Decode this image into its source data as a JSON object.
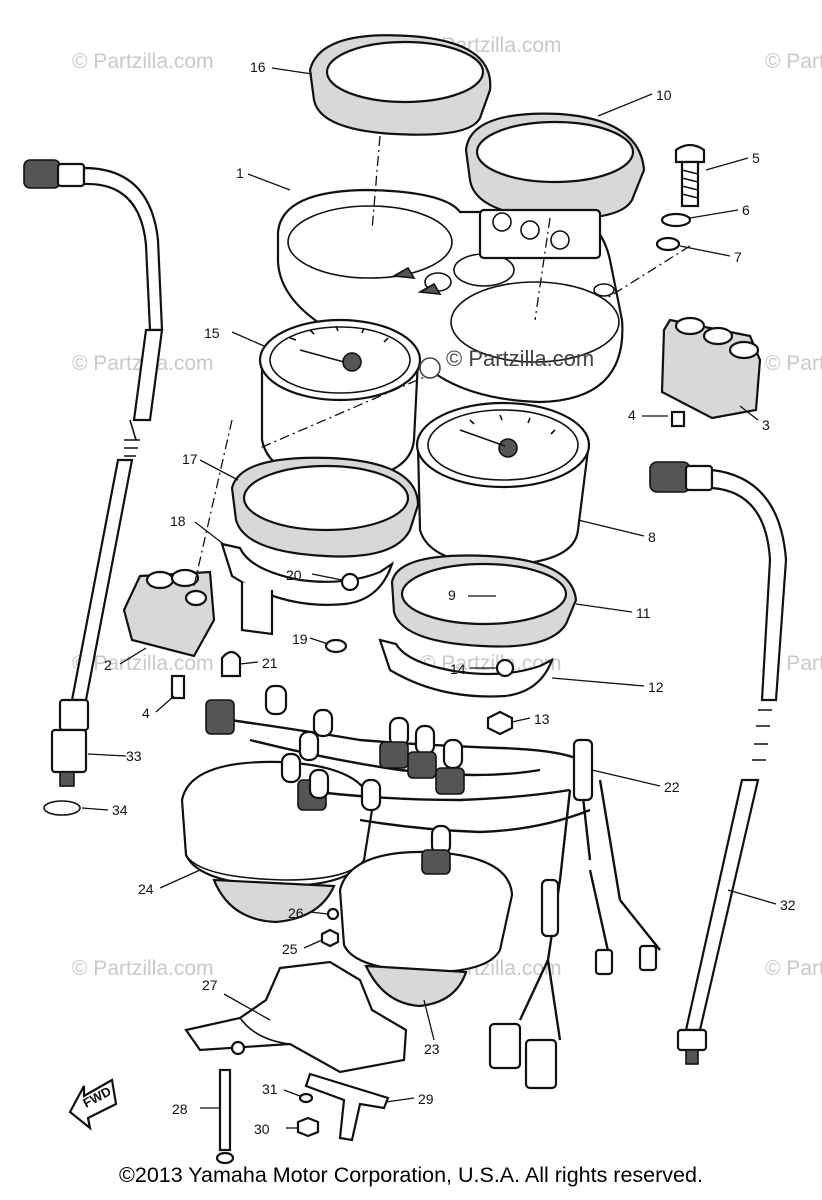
{
  "watermark": {
    "brand": "© Partzilla.com"
  },
  "callouts": [
    {
      "id": "c1",
      "label": "1"
    },
    {
      "id": "c2",
      "label": "2"
    },
    {
      "id": "c3",
      "label": "3"
    },
    {
      "id": "c4a",
      "label": "4"
    },
    {
      "id": "c4b",
      "label": "4"
    },
    {
      "id": "c5",
      "label": "5"
    },
    {
      "id": "c6",
      "label": "6"
    },
    {
      "id": "c7",
      "label": "7"
    },
    {
      "id": "c8",
      "label": "8"
    },
    {
      "id": "c9",
      "label": "9"
    },
    {
      "id": "c10",
      "label": "10"
    },
    {
      "id": "c11",
      "label": "11"
    },
    {
      "id": "c12",
      "label": "12"
    },
    {
      "id": "c13",
      "label": "13"
    },
    {
      "id": "c14",
      "label": "14"
    },
    {
      "id": "c15",
      "label": "15"
    },
    {
      "id": "c16",
      "label": "16"
    },
    {
      "id": "c17",
      "label": "17"
    },
    {
      "id": "c18",
      "label": "18"
    },
    {
      "id": "c19",
      "label": "19"
    },
    {
      "id": "c20",
      "label": "20"
    },
    {
      "id": "c21",
      "label": "21"
    },
    {
      "id": "c22",
      "label": "22"
    },
    {
      "id": "c23",
      "label": "23"
    },
    {
      "id": "c24",
      "label": "24"
    },
    {
      "id": "c25",
      "label": "25"
    },
    {
      "id": "c26",
      "label": "26"
    },
    {
      "id": "c27",
      "label": "27"
    },
    {
      "id": "c28",
      "label": "28"
    },
    {
      "id": "c29",
      "label": "29"
    },
    {
      "id": "c30",
      "label": "30"
    },
    {
      "id": "c31",
      "label": "31"
    },
    {
      "id": "c32",
      "label": "32"
    },
    {
      "id": "c33",
      "label": "33"
    },
    {
      "id": "c34",
      "label": "34"
    }
  ],
  "fwd_label": "FWD",
  "copyright": "©2013  Yamaha Motor Corporation, U.S.A. All rights reserved."
}
